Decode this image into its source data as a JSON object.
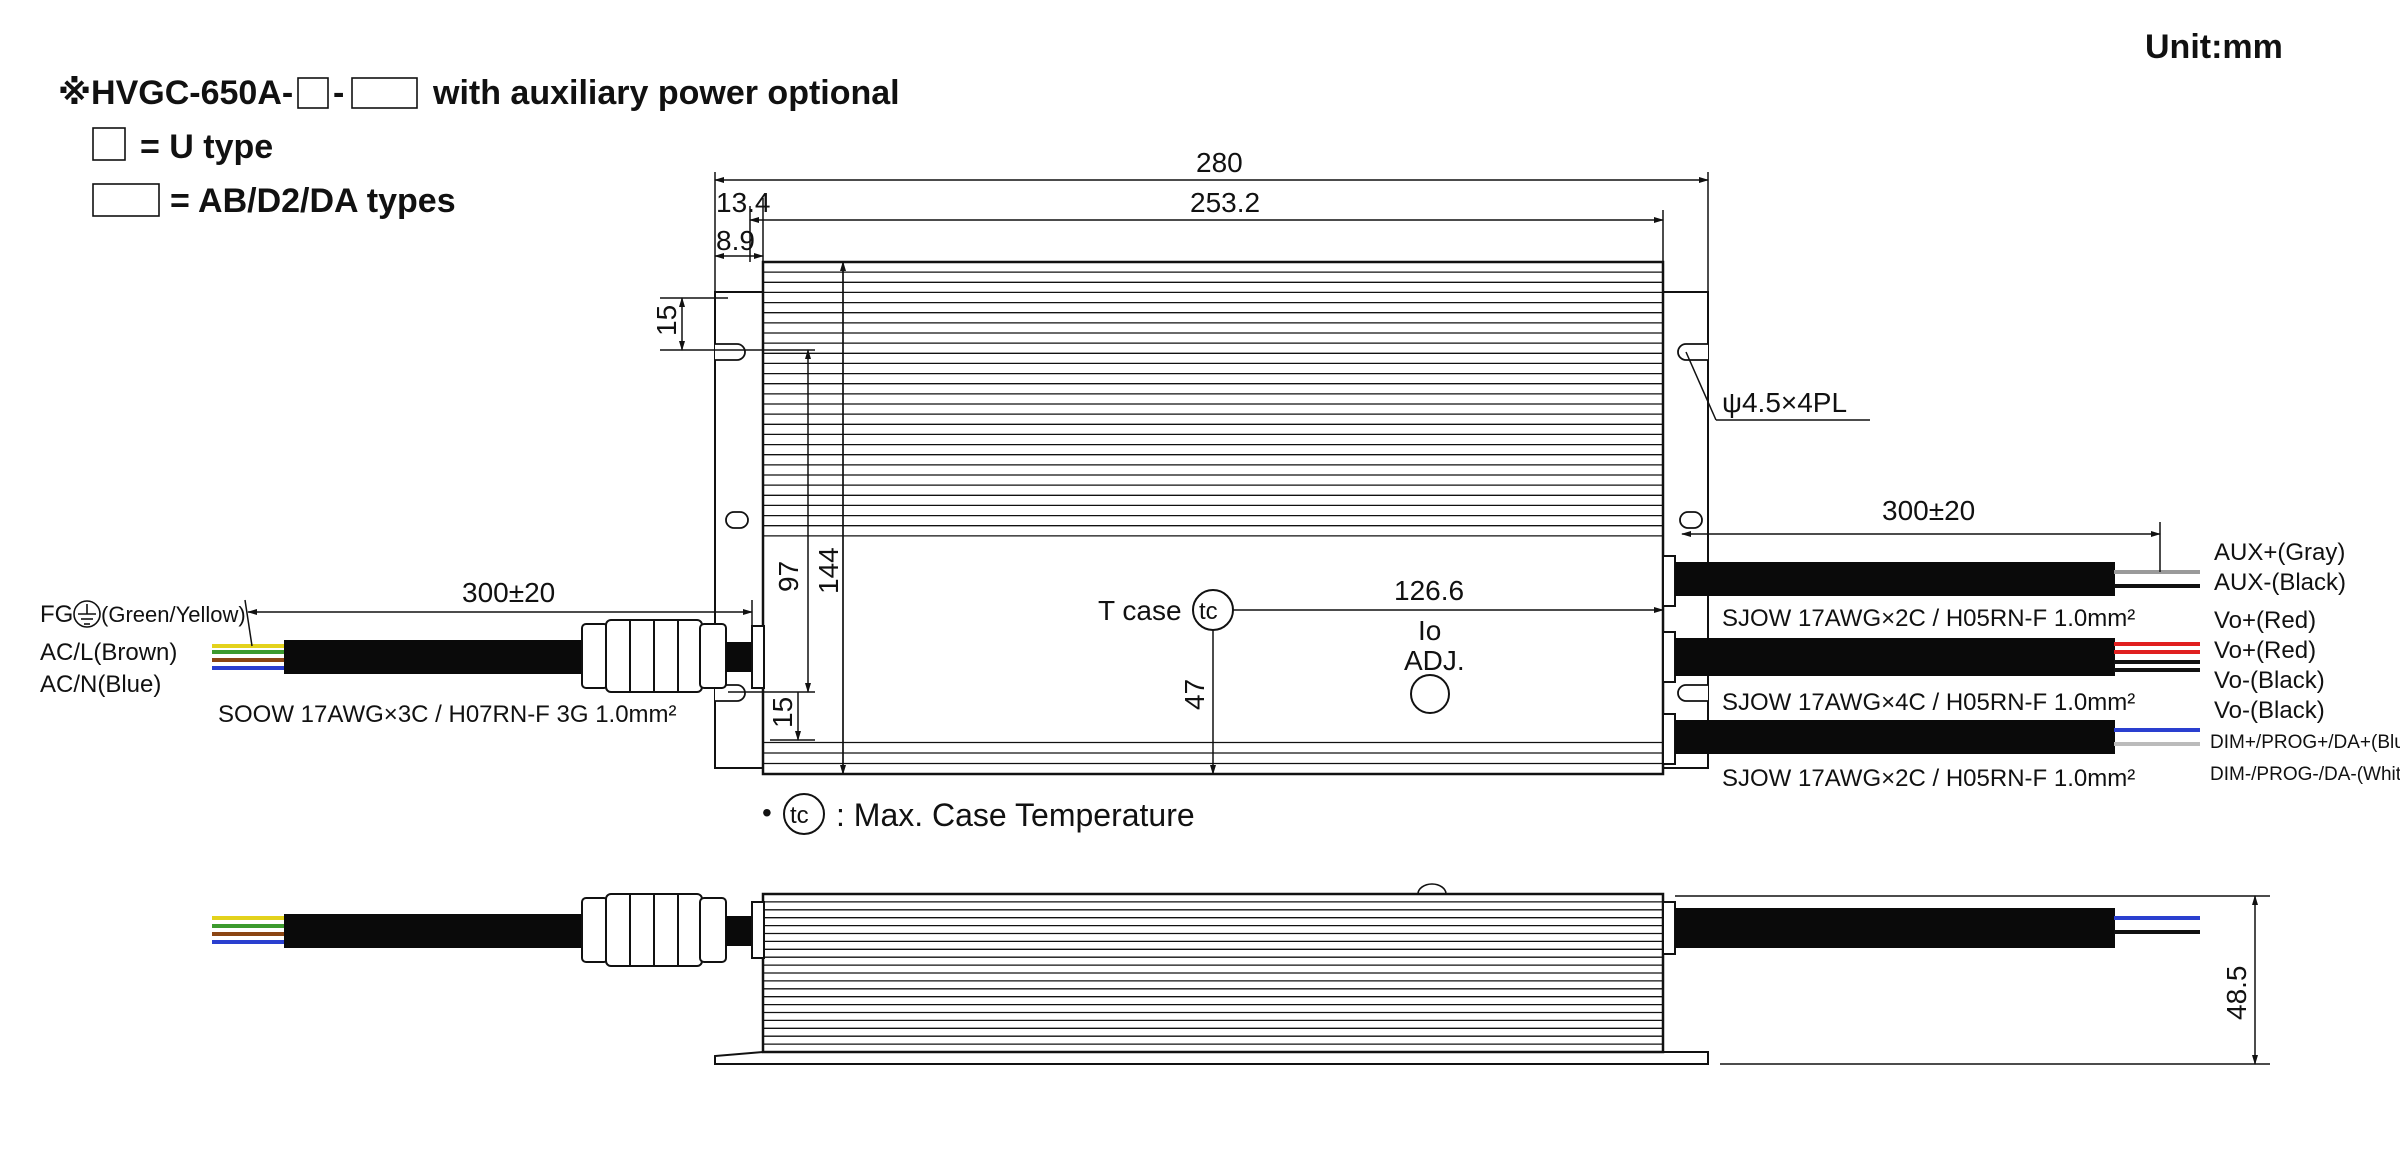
{
  "unit": "Unit:mm",
  "header": {
    "prefix": "※HVGC-650A-",
    "dash": "-",
    "suffix": "with auxiliary power optional",
    "legend_u": "= U type",
    "legend_ab": "= AB/D2/DA types"
  },
  "dims": {
    "overall_length": "280",
    "body_length": "253.2",
    "offset_a": "13.4",
    "offset_b": "8.9",
    "hole_offset": "15",
    "hole_spec": "ψ4.5×4PL",
    "hole_pitch": "97",
    "width": "144",
    "bottom_offset": "15",
    "tc_y": "47",
    "tc_x": "126.6",
    "height": "48.5"
  },
  "labels": {
    "tcase": "T case",
    "tc": "tc",
    "io": "Io",
    "adj": "ADJ.",
    "bullet": "•",
    "tc_note": ": Max. Case Temperature"
  },
  "input": {
    "length": "300±20",
    "fg": "FG",
    "fg_color": "(Green/Yellow)",
    "acl": "AC/L(Brown)",
    "acn": "AC/N(Blue)",
    "cable": "SOOW 17AWG×3C / H07RN-F 3G 1.0mm²"
  },
  "output": {
    "length": "300±20",
    "aux_plus": "AUX+(Gray)",
    "aux_minus": "AUX-(Black)",
    "cable1": "SJOW 17AWG×2C / H05RN-F 1.0mm²",
    "vo1": "Vo+(Red)",
    "vo2": "Vo+(Red)",
    "vo3": "Vo-(Black)",
    "vo4": "Vo-(Black)",
    "cable2": "SJOW 17AWG×4C / H05RN-F 1.0mm²",
    "dim_plus": "DIM+/PROG+/DA+(Blue)",
    "dim_minus": "DIM-/PROG-/DA-(White)",
    "cable3": "SJOW 17AWG×2C / H05RN-F 1.0mm²"
  },
  "colors": {
    "line": "#111111",
    "cable": "#0a0a0a",
    "red": "#e02020",
    "blue": "#2a3fcf",
    "brown": "#8b4513",
    "green": "#3c9a2e",
    "yellow": "#e3d21c",
    "gray": "#9a9a9a"
  }
}
